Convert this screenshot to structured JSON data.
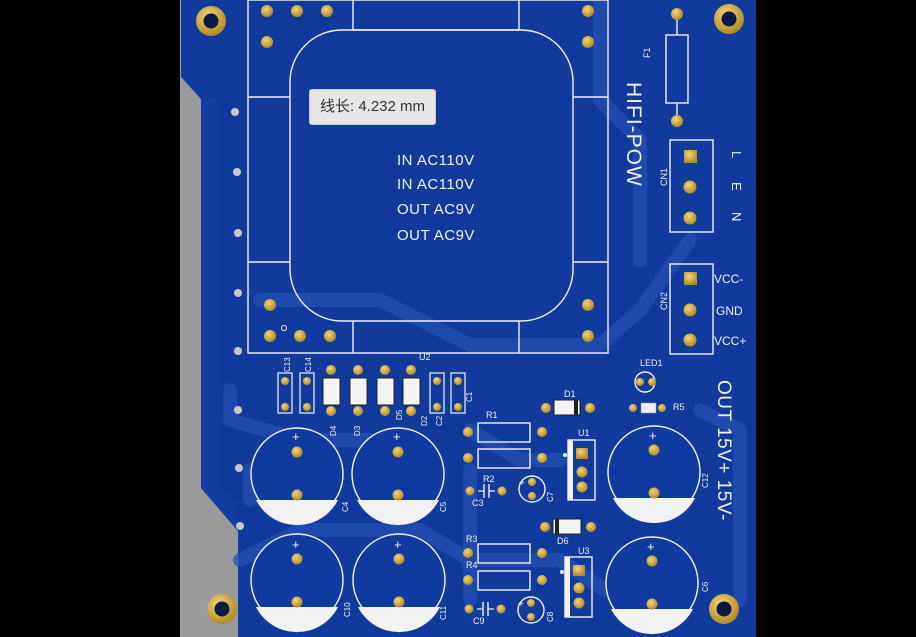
{
  "tooltip": {
    "label": "线长",
    "separator": ":",
    "value": "4.232 mm",
    "text": "线长: 4.232 mm"
  },
  "transformer_text": [
    "IN AC110V",
    "IN AC110V",
    "OUT AC9V",
    "OUT AC9V"
  ],
  "board_title": "HIFI-POW",
  "output_label": "OUT 15V+ 15V-",
  "connectors": {
    "cn1": {
      "ref": "CN1",
      "pins": [
        "L",
        "E",
        "N"
      ]
    },
    "cn2": {
      "ref": "CN2",
      "pins": [
        "VCC-",
        "GND",
        "VCC+"
      ]
    }
  },
  "refs": {
    "f1": "F1",
    "led1": "LED1",
    "r5": "R5",
    "u1": "U1",
    "u2": "U2",
    "u3": "U3",
    "d1": "D1",
    "d2": "D2",
    "d3": "D3",
    "d4": "D4",
    "d5": "D5",
    "d6": "D6",
    "r1": "R1",
    "r2": "R2",
    "r3": "R3",
    "r4": "R4",
    "c1": "C1",
    "c2": "C2",
    "c3": "C3",
    "c4": "C4",
    "c5": "C5",
    "c6": "C6",
    "c7": "C7",
    "c8": "C8",
    "c9": "C9",
    "c10": "C10",
    "c11": "C11",
    "c12": "C12",
    "c13": "C13",
    "c14": "C14"
  },
  "colors": {
    "background": "#000000",
    "board_edge_gray": "#9a9a9a",
    "solder_mask": "#103a9c",
    "trace": "#2850b8",
    "silkscreen": "#f2f2f2",
    "pad_gold": "#c9a43a",
    "tooltip_bg": "#e6e6e6"
  }
}
